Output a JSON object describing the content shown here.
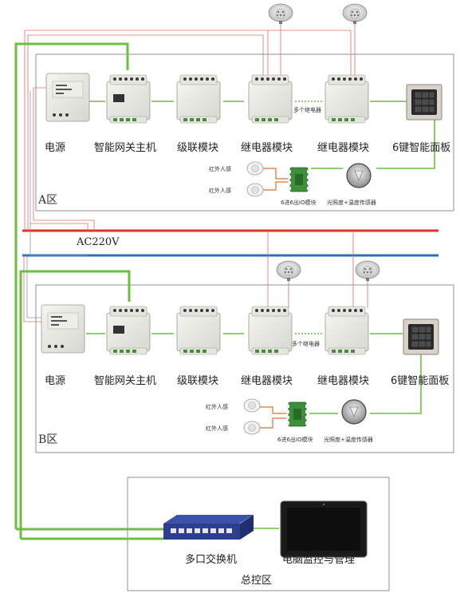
{
  "zone_a": {
    "label": "A区",
    "modules": {
      "power": "电源",
      "gateway": "智能网关主机",
      "cascade": "级联模块",
      "relay1": "继电器模块",
      "relay2": "继电器模块",
      "panel": "6键智能面板"
    },
    "multi_relay": "多个继电器",
    "pir1": "红外人感",
    "pir2": "红外人感",
    "io_module": "6进6出IO模块",
    "light_sensor": "光照度+温度传感器"
  },
  "ac_label": "AC220V",
  "zone_b": {
    "label": "B区",
    "modules": {
      "power": "电源",
      "gateway": "智能网关主机",
      "cascade": "级联模块",
      "relay1": "继电器模块",
      "relay2": "继电器模块",
      "panel": "6键智能面板"
    },
    "multi_relay": "多个继电器",
    "pir1": "红外人感",
    "pir2": "红外人感",
    "io_module": "6进6出IO模块",
    "light_sensor": "光照度+温度传感器"
  },
  "control": {
    "switch": "多口交换机",
    "pc": "电脑监控与管理",
    "zone": "总控区"
  },
  "colors": {
    "green_line": "#6abf3f",
    "red_line": "#d9342b",
    "blue_line": "#2f6fb8",
    "thin_red": "#e07060",
    "switch_blue": "#2c3f8f"
  }
}
